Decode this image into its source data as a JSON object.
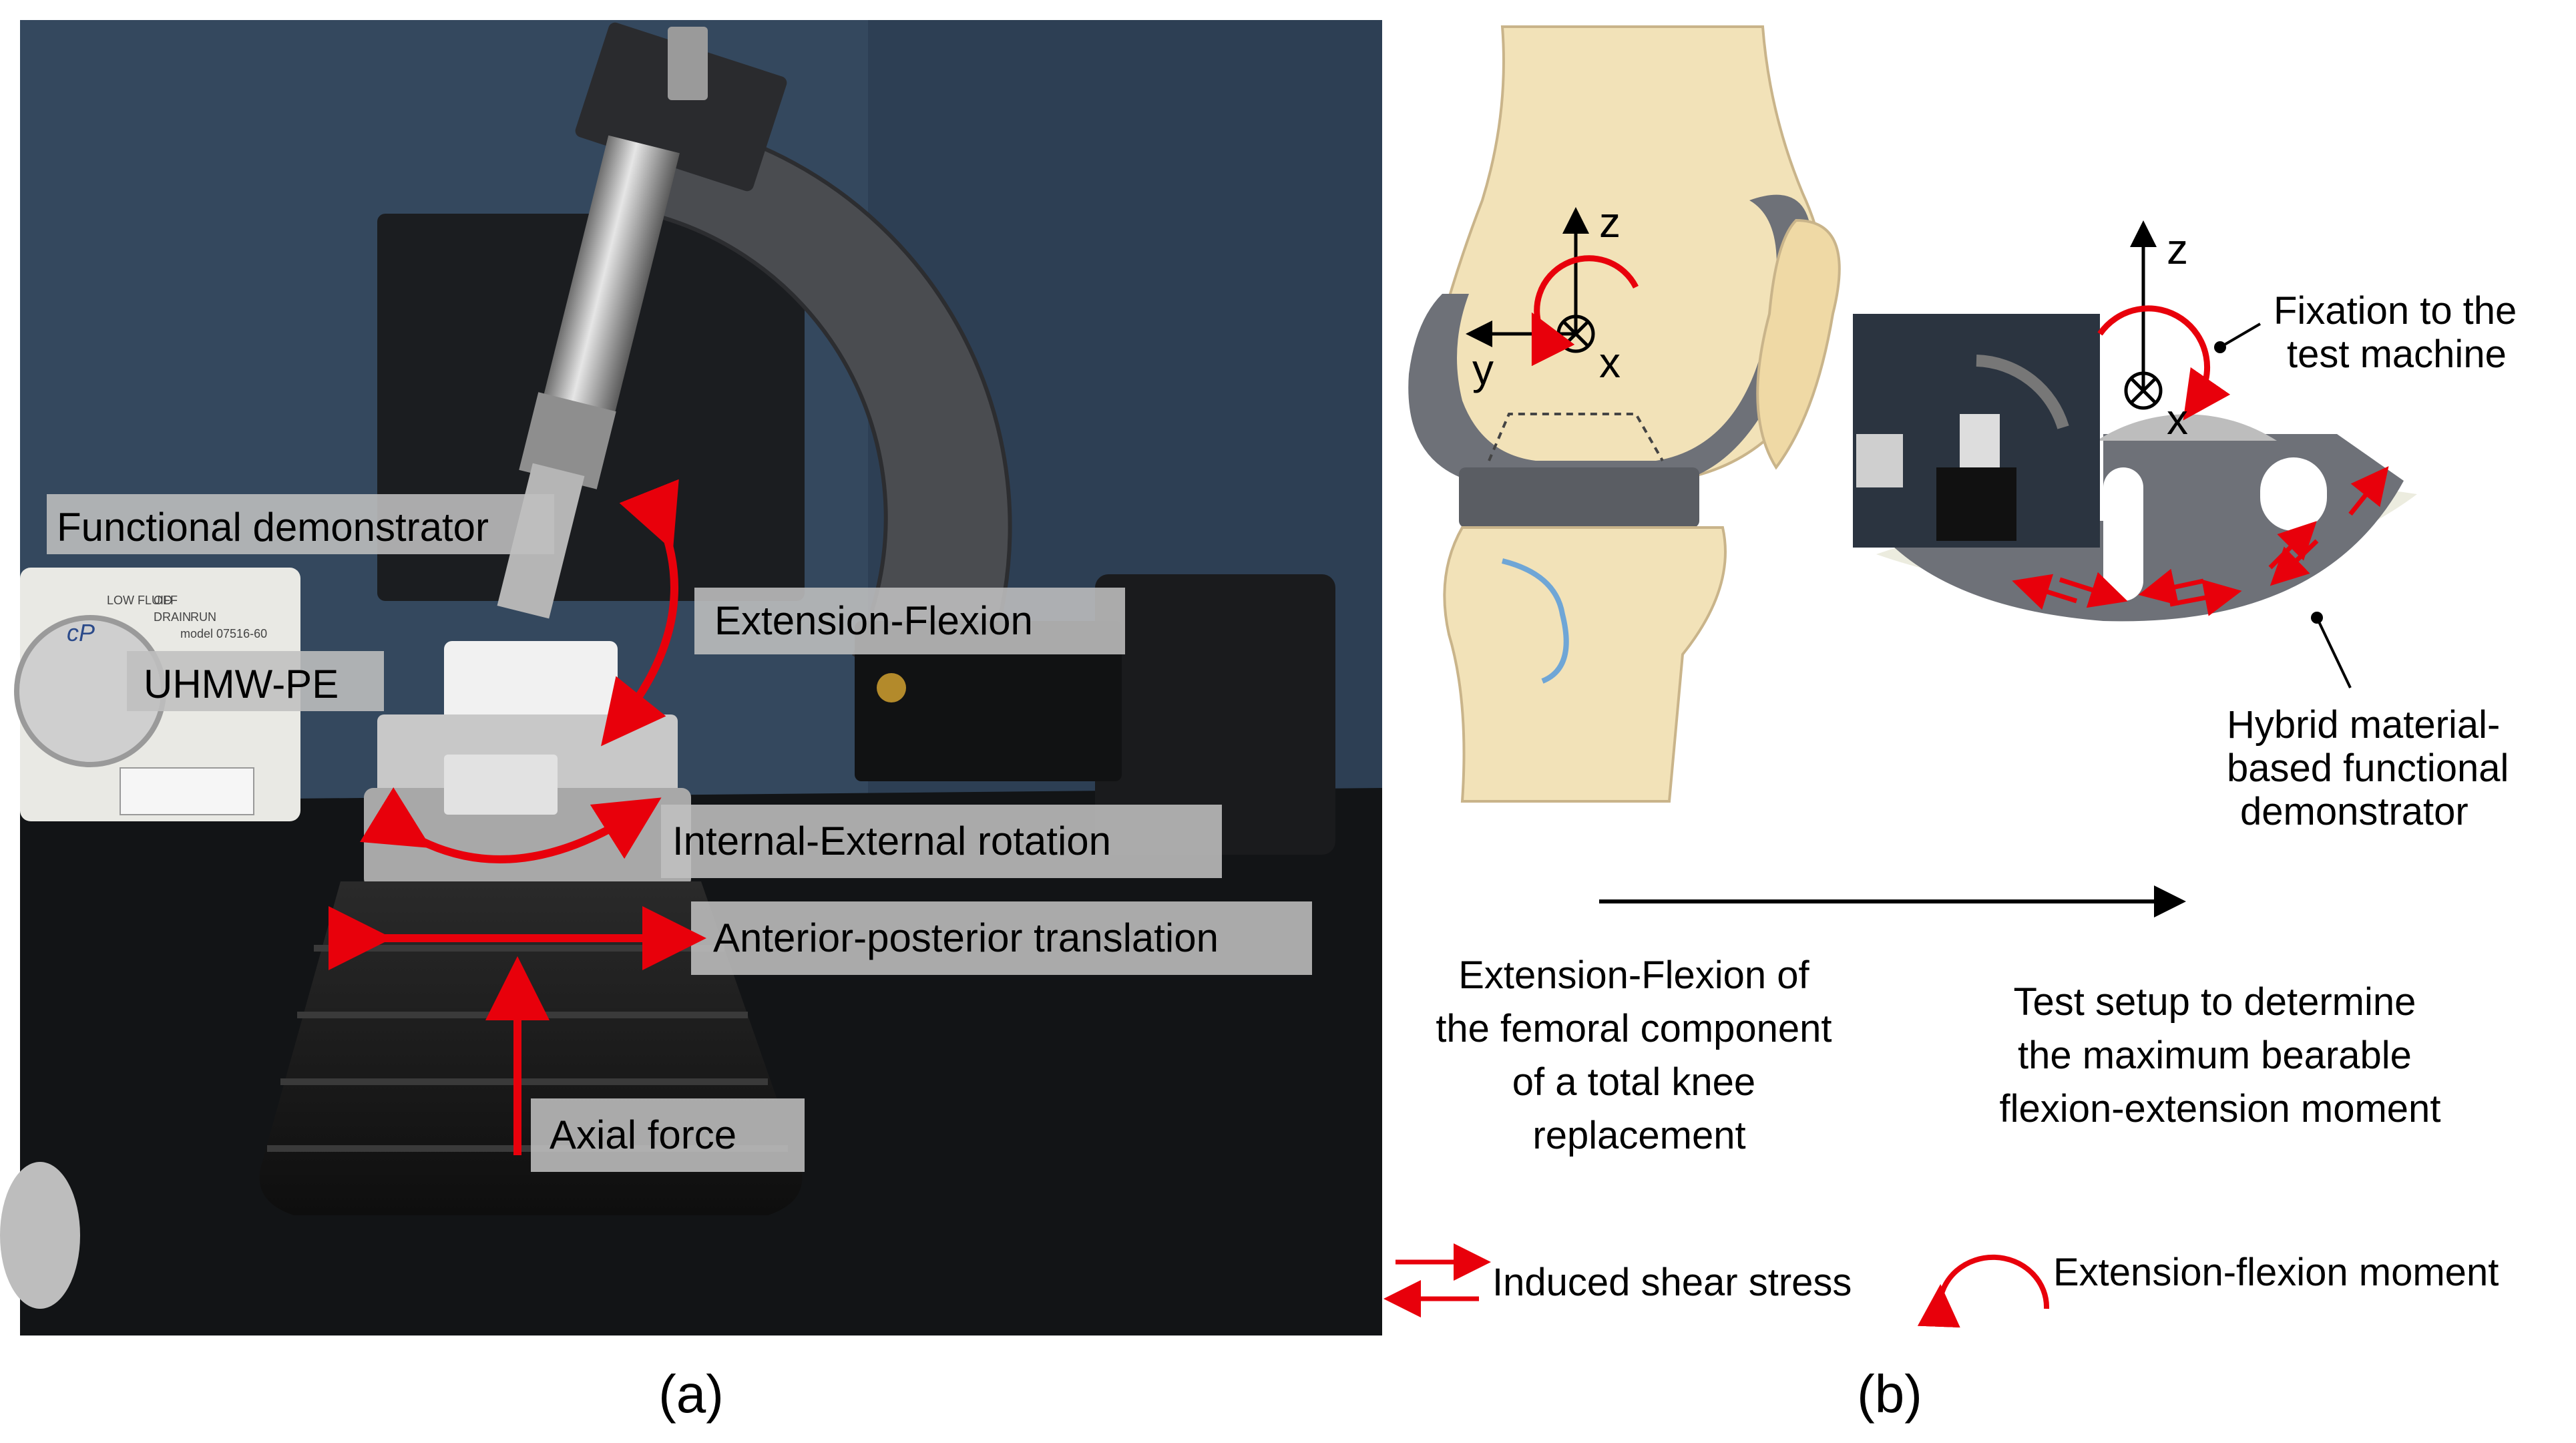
{
  "panel_a": {
    "caption": "(a)",
    "labels": {
      "functional_demonstrator": "Functional demonstrator",
      "uhmw_pe": "UHMW-PE",
      "extension_flexion": "Extension-Flexion",
      "internal_external": "Internal-External rotation",
      "anterior_posterior": "Anterior-posterior translation",
      "axial_force": "Axial force"
    },
    "pump_text": {
      "brand": "cP",
      "model": "model 07516-60",
      "low_flud": "LOW FLUID",
      "off": "OFF",
      "drain": "DRAIN",
      "run": "RUN"
    }
  },
  "panel_b": {
    "caption": "(b)",
    "axes_knee": {
      "z": "z",
      "y": "y",
      "x": "x"
    },
    "axes_setup": {
      "z": "z",
      "x": "x"
    },
    "fixation": [
      "Fixation to the",
      "test machine"
    ],
    "hybrid": [
      "Hybrid material-",
      "based functional",
      "demonstrator"
    ],
    "desc_left": [
      "Extension-Flexion of",
      "the femoral component",
      "of a total knee",
      "replacement"
    ],
    "desc_right": [
      "Test setup to determine",
      "the maximum bearable",
      "flexion-extension moment"
    ]
  },
  "legend": {
    "shear": "Induced shear stress",
    "moment": "Extension-flexion moment"
  },
  "colors": {
    "arrow_red": "#e8000b",
    "label_box": "#bfbfbf",
    "bone": "#f2e2b8",
    "implant_grey": "#6e7178",
    "blue_line": "#6fa6d6"
  }
}
